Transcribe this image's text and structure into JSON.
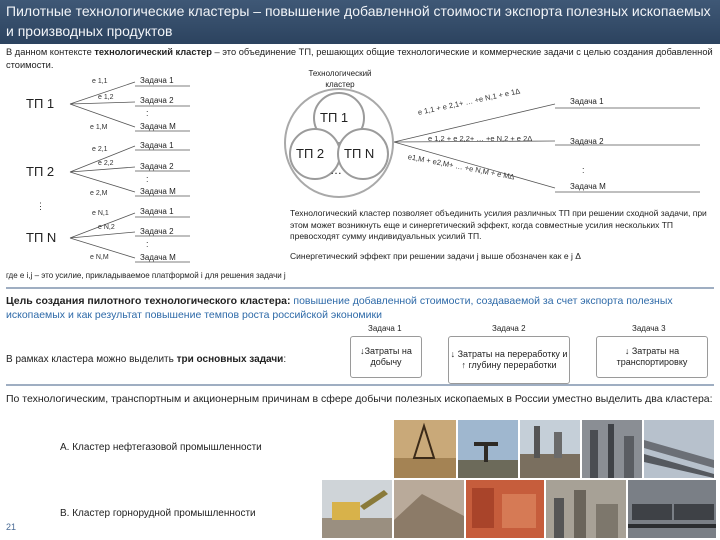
{
  "header": {
    "title": "Пилотные технологические кластеры – повышение добавленной стоимости экспорта полезных ископаемых и производных продуктов"
  },
  "intro": {
    "before": "В данном контексте ",
    "bold": "технологический кластер",
    "after": " – это объединение ТП, решающих общие технологические и коммерческие задачи с целью создания добавленной стоимости."
  },
  "diagram": {
    "tp_labels": [
      "ТП 1",
      "ТП 2",
      "ТП N"
    ],
    "left_dots": "⋮",
    "effort_labels": [
      [
        "e 1,1",
        "e 1,2",
        "e 1,M"
      ],
      [
        "e 2,1",
        "e 2,2",
        "e 2,M"
      ],
      [
        "e N,1",
        "e N,2",
        "e N,M"
      ]
    ],
    "task_labels": [
      [
        "Задача 1",
        "Задача 2",
        "Задача M"
      ],
      [
        "Задача 1",
        "Задача 2",
        "Задача M"
      ],
      [
        "Задача 1",
        "Задача 2",
        "Задача M"
      ]
    ],
    "middle_dots": ":",
    "cluster_title": "Технологический кластер",
    "cluster_tp": [
      "ТП 1",
      "ТП 2",
      "ТП N"
    ],
    "cluster_dots": "…",
    "sum_formulas": [
      "e 1,1 + e 2,1+ … +e N,1 + e 1Δ",
      "e 1,2 + e 2,2+ … +e N,2 + e 2Δ",
      "e1,M + e2,M+ … +e N,M + e MΔ"
    ],
    "right_tasks": [
      "Задача 1",
      "Задача 2",
      "Задача M"
    ],
    "right_dots": ":"
  },
  "side_text": {
    "p1": "Технологический кластер позволяет объединить усилия различных ТП при решении сходной задачи, при этом может возникнуть еще и синергетический эффект, когда совместные усилия нескольких ТП превосходят сумму индивидуальных усилий ТП.",
    "p2": "Синергетический эффект при решении задачи j выше обозначен как e j Δ"
  },
  "footnote": "где e i,j – это усилие, прикладываемое платформой i для решения задачи j",
  "goal": {
    "bold": "Цель создания пилотного технологического кластера:",
    "text": " повышение добавленной стоимости, создаваемой за счет экспорта полезных ископаемых и как результат повышение темпов роста российской экономики"
  },
  "tasks": {
    "intro_before": "В рамках кластера можно выделить ",
    "intro_bold": "три основных задачи",
    "intro_after": ":",
    "items": [
      {
        "head": "Задача 1",
        "text": "↓Затраты на добычу"
      },
      {
        "head": "Задача 2",
        "text": "↓ Затраты на переработку и ↑ глубину переработки"
      },
      {
        "head": "Задача 3",
        "text": "↓ Затраты на транспортировку"
      }
    ]
  },
  "reasons": "По технологическим, транспортным и акционерным причинам в сфере добычи полезных ископаемых в России уместно выделить два кластера:",
  "clusters": {
    "a": "А. Кластер нефтегазовой промышленности",
    "b": "В. Кластер горнорудной промышленности"
  },
  "page_number": "21",
  "colors": {
    "header_bg": "#34506f",
    "accent_blue": "#2e6aa8",
    "line_blue": "#4a6b95"
  }
}
